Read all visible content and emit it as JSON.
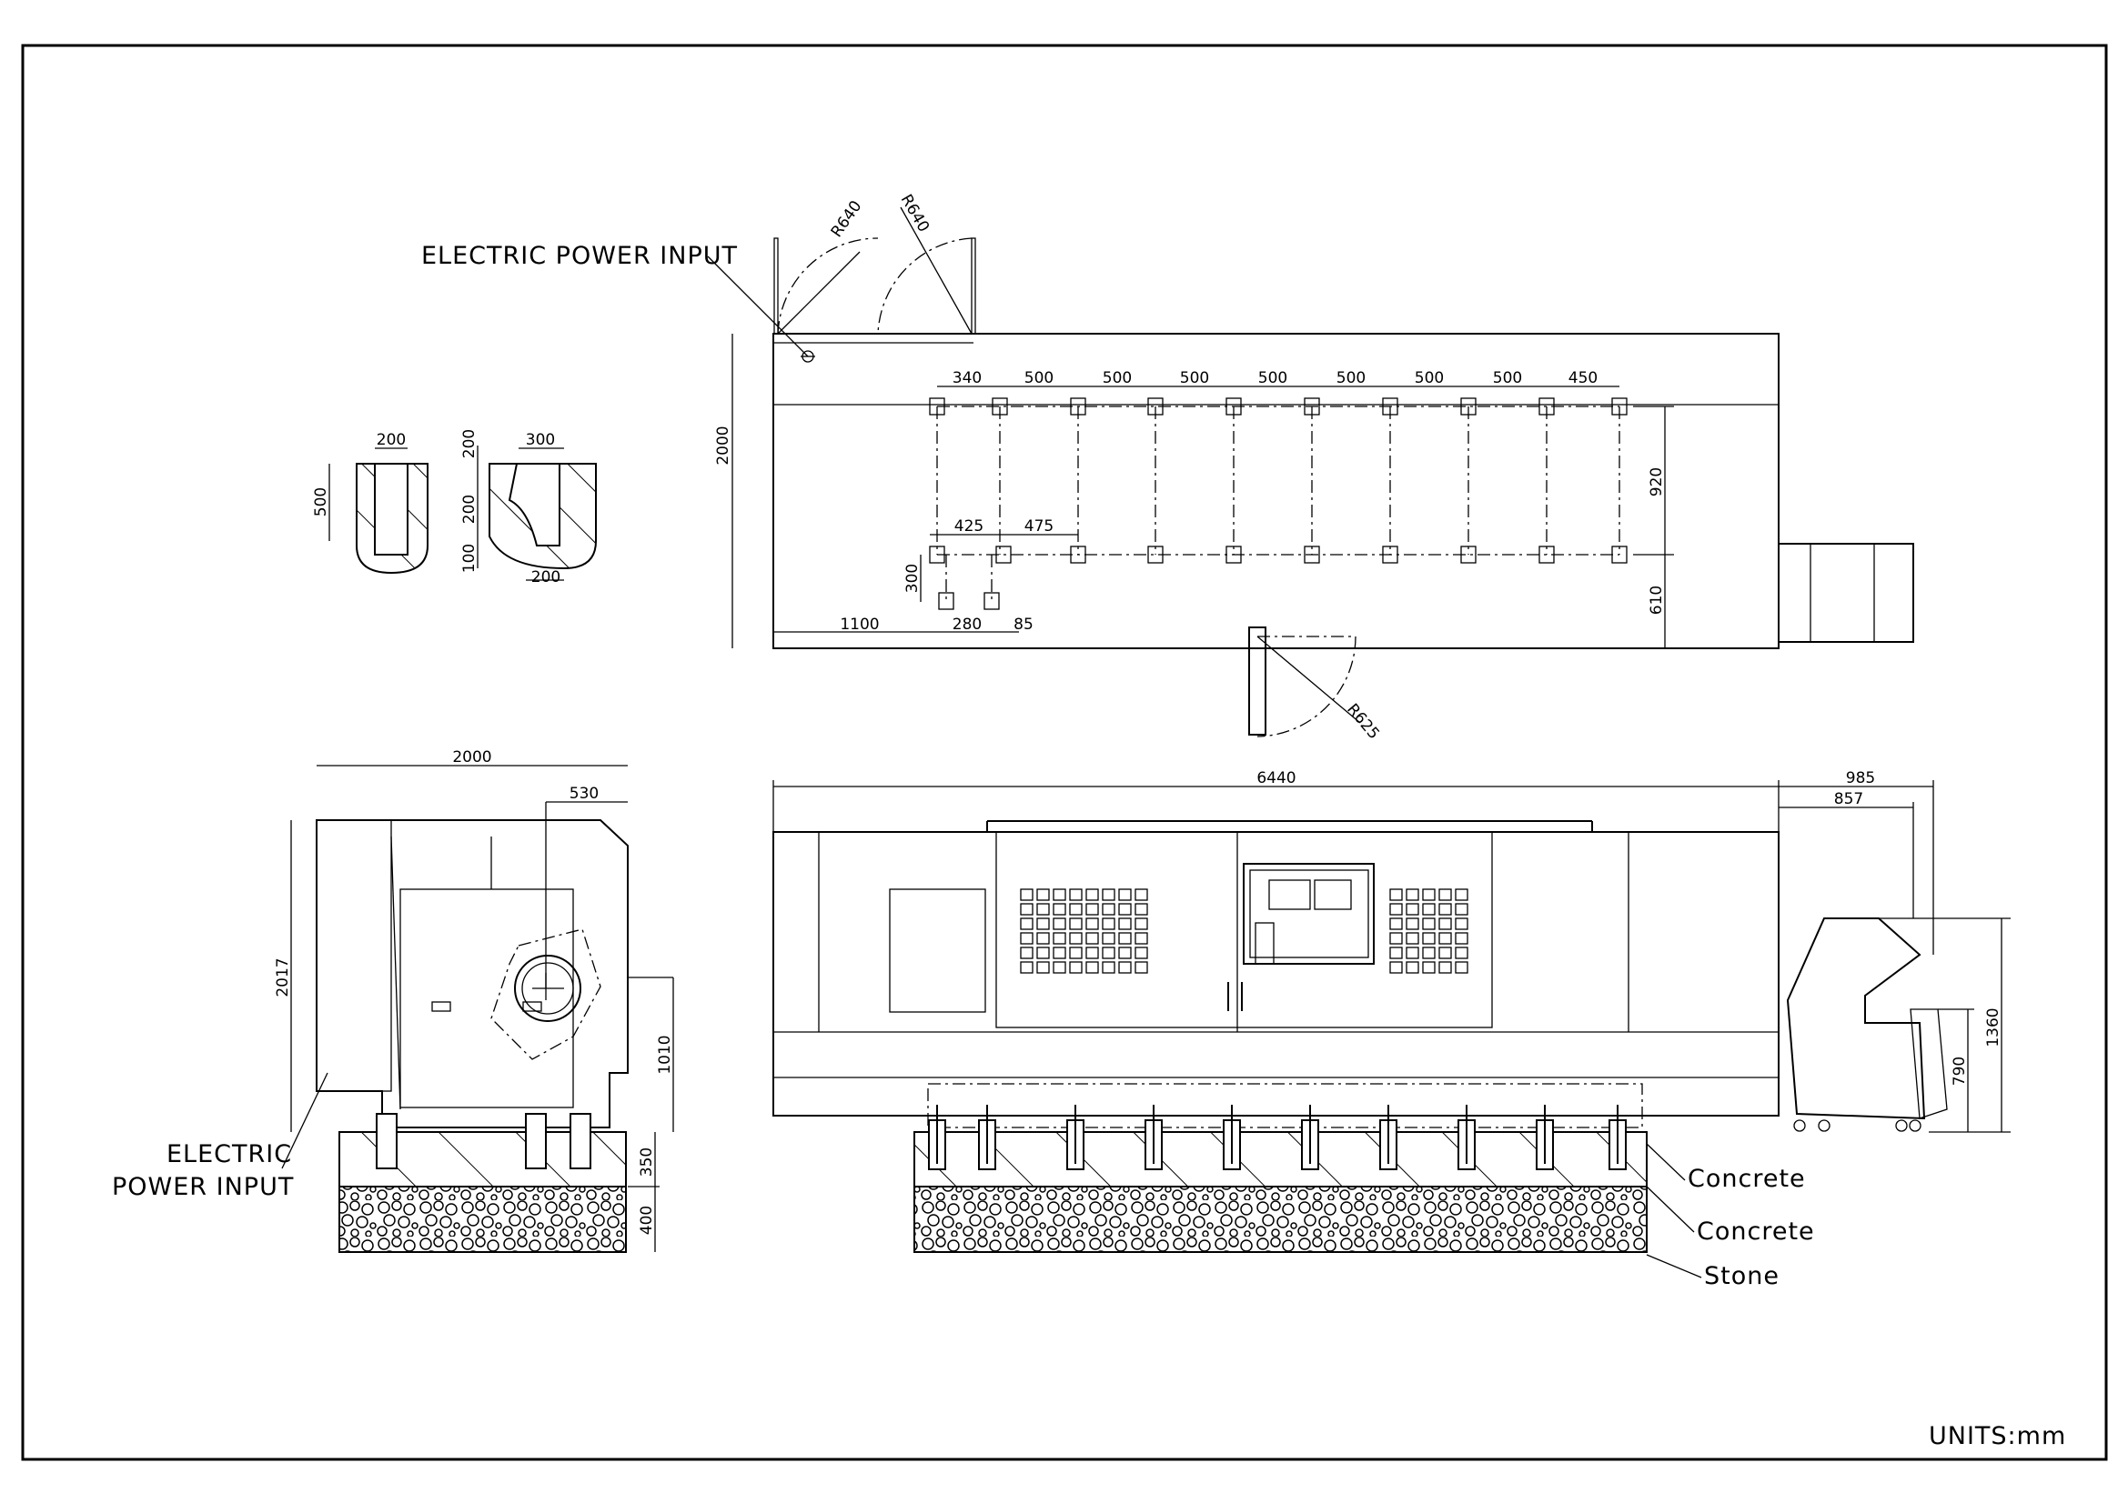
{
  "labels": {
    "power_input_plan": "ELECTRIC POWER INPUT",
    "power_input_side_1": "ELECTRIC",
    "power_input_side_2": "POWER INPUT",
    "concrete_upper": "Concrete",
    "concrete_lower": "Concrete",
    "stone": "Stone",
    "units": "UNITS:mm"
  },
  "plan_view": {
    "door_radius_left": "R640",
    "door_radius_right": "R640",
    "side_door_radius": "R625",
    "depth": "2000",
    "bolt_spacing_top": [
      "340",
      "500",
      "500",
      "500",
      "500",
      "500",
      "500",
      "500",
      "450"
    ],
    "row_spacing": "920",
    "front_offset": "610",
    "left_spacing": [
      "425",
      "475"
    ],
    "small_offset": "300",
    "bottom_dims": [
      "1100",
      "280",
      "85"
    ]
  },
  "anchor_detail": {
    "left_width": "200",
    "left_depth": "500",
    "right_top_width": "300",
    "right_bottom_width": "200",
    "right_heights": [
      "200",
      "200",
      "100"
    ]
  },
  "side_view": {
    "width": "2000",
    "spindle_offset": "530",
    "height": "2017",
    "spindle_height": "1010",
    "foundation_upper": "350",
    "foundation_lower": "400"
  },
  "front_view": {
    "length": "6440",
    "conveyor_extent": "985",
    "conveyor_body": "857",
    "conveyor_height": "1360",
    "cart_height": "790"
  }
}
